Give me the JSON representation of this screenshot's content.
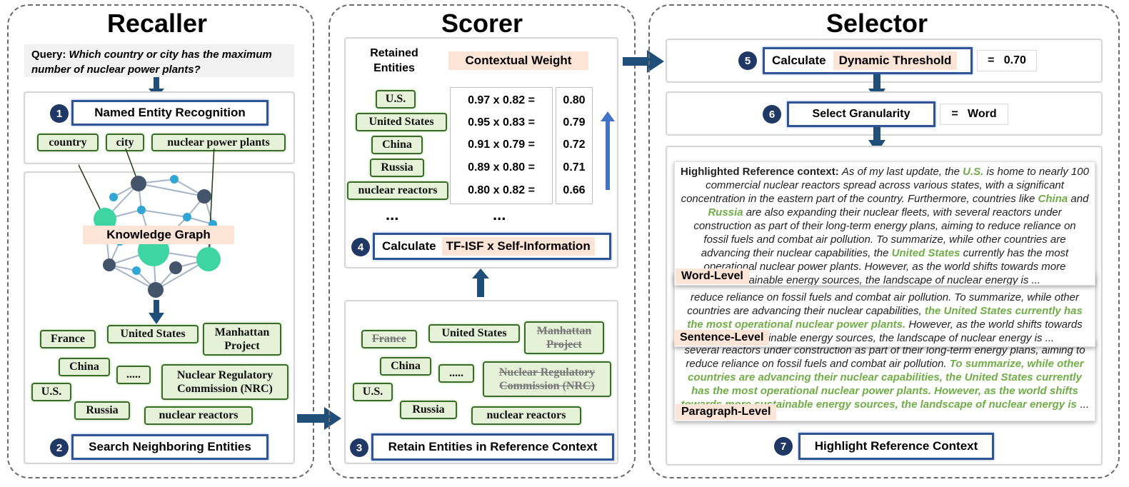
{
  "recaller": {
    "title": "Recaller",
    "query_label": "Query:",
    "query_text": "Which country or city has the maximum number of nuclear power plants?",
    "step1_num": "1",
    "step1_label": "Named Entity Recognition",
    "ner_entities": [
      "country",
      "city",
      "nuclear power plants"
    ],
    "kg_label": "Knowledge Graph",
    "neighbors": [
      "France",
      "United States",
      "Manhattan Project",
      "China",
      ".....",
      "Nuclear Regulatory Commission (NRC)",
      "U.S.",
      "Russia",
      "nuclear reactors"
    ],
    "step2_num": "2",
    "step2_label": "Search Neighboring Entities"
  },
  "scorer": {
    "title": "Scorer",
    "retained_label": "Retained Entities",
    "cw_label": "Contextual Weight",
    "entities": [
      "U.S.",
      "United States",
      "China",
      "Russia",
      "nuclear reactors"
    ],
    "formulas": [
      "0.97 x 0.82 =",
      "0.95 x 0.83 =",
      "0.91 x 0.79 =",
      "0.89 x 0.80 =",
      "0.80 x 0.82 ="
    ],
    "results": [
      "0.80",
      "0.79",
      "0.72",
      "0.71",
      "0.66"
    ],
    "ellipsis": "...",
    "step4_num": "4",
    "step4_prefix": "Calculate",
    "step4_highlight": "TF-ISF x Self-Information",
    "retained_entities": [
      "France",
      "United States",
      "Manhattan Project",
      "China",
      ".....",
      "Nuclear Regulatory Commission (NRC)",
      "U.S.",
      "Russia",
      "nuclear reactors"
    ],
    "step3_num": "3",
    "step3_label": "Retain Entities in Reference Context"
  },
  "selector": {
    "title": "Selector",
    "step5_num": "5",
    "step5_prefix": "Calculate",
    "step5_highlight": "Dynamic Threshold",
    "threshold_value": "=   0.70",
    "step6_num": "6",
    "step6_label": "Select Granularity",
    "granularity_value": "=   Word",
    "word_card": {
      "heading": "Highlighted Reference context:",
      "t1": "As of my last update, the",
      "g1": "U.S.",
      "t2": "is home to nearly 100 commercial nuclear reactors spread across various states, with a significant concentration in the eastern part of the country. Furthermore, countries like",
      "g2": "China",
      "t3": "and",
      "g3": "Russia",
      "t4": "are also expanding their nuclear fleets, with several reactors under construction as part of their long-term energy plans, aiming to reduce reliance on fossil fuels and combat air pollution. To summarize, while other countries are advancing their nuclear capabilities, the",
      "g4": "United States",
      "t5": "currently has the most operational nuclear power plants. However, as the world shifts towards more sustainable energy sources, the landscape of nuclear energy is ...",
      "level": "Word-Level"
    },
    "sentence_card": {
      "t1": "reduce reliance on fossil fuels and combat air pollution. To summarize, while other countries are advancing their nuclear capabilities,",
      "g1": "the United States currently has the most operational nuclear power plants.",
      "t2": "However, as the world shifts towards more sustainable energy sources, the landscape of nuclear energy is ...",
      "level": "Sentence-Level"
    },
    "paragraph_card": {
      "t1": "several reactors under construction as part of their long-term energy plans, aiming to reduce reliance on fossil fuels and combat air pollution.",
      "g1": "To summarize, while other countries are advancing their nuclear capabilities, the United States currently has the most operational nuclear power plants. However, as the world shifts towards more sustainable energy sources, the landscape of nuclear energy is",
      "t2": "...",
      "level": "Paragraph-Level"
    },
    "step7_num": "7",
    "step7_label": "Highlight Reference Context"
  },
  "colors": {
    "step_border": "#2f5597",
    "entity_green": "#e6f2d8",
    "highlight_peach": "#fce4d6",
    "arrow": "#1f4e79",
    "green_text": "#70ad47"
  }
}
